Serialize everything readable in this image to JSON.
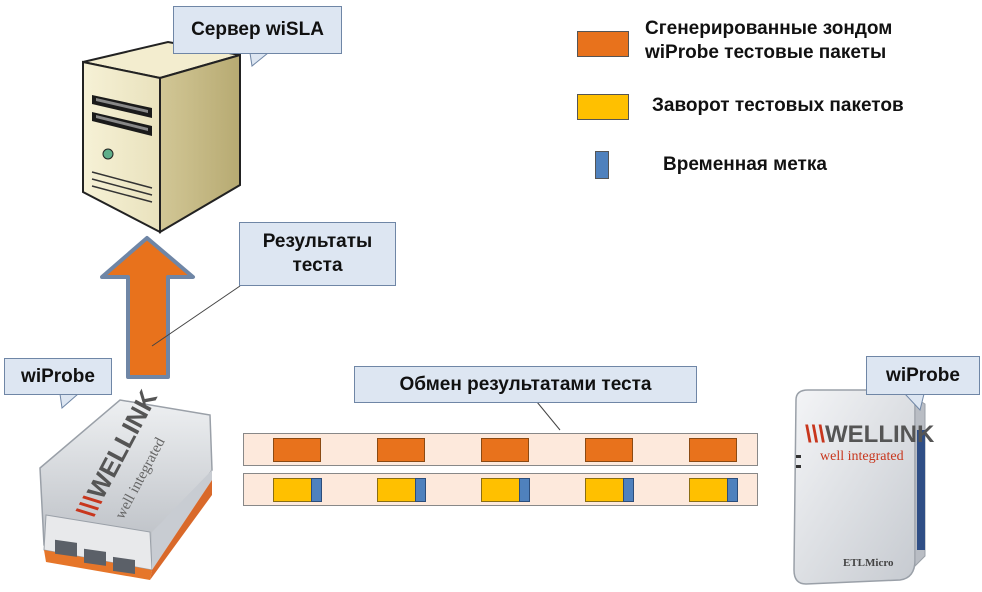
{
  "server_label": "Сервер wiSLA",
  "results_label": {
    "line1": "Результаты",
    "line2": "теста"
  },
  "probe_left_label": "wiProbe",
  "probe_right_label": "wiProbe",
  "exchange_label": "Обмен результатами теста",
  "legend": [
    {
      "line1": "Сгенерированные зондом",
      "line2": "wiProbe тестовые пакеты",
      "color": "#e8721c"
    },
    {
      "line1": "Заворот тестовых пакетов",
      "line2": "",
      "color": "#ffc000"
    },
    {
      "line1": "Временная метка",
      "line2": "",
      "color": "#4f81bd"
    }
  ],
  "device_left": {
    "brand": "WELLINK",
    "tagline": "well integrated"
  },
  "device_right": {
    "brand": "WELLINK",
    "tagline": "well integrated",
    "model": "ETLMicro"
  },
  "packets_per_row": 5,
  "colors": {
    "packet": "#e8721c",
    "loopback": "#ffc000",
    "timestamp": "#4f81bd",
    "arrow": "#e8721c",
    "arrow_border": "#6f86a6"
  }
}
